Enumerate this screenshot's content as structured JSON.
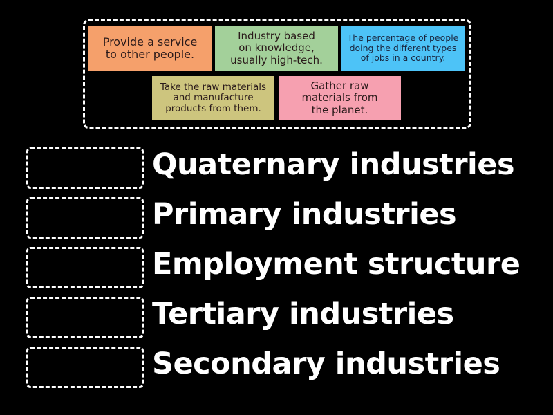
{
  "colors": {
    "background": "#000000",
    "dashed_border": "#ffffff",
    "label_text": "#ffffff"
  },
  "cards": [
    {
      "id": "service",
      "text": "Provide a service to other people.",
      "lines": [
        "Provide a service",
        "to other people."
      ],
      "color": "#f5a06b",
      "font_size": 16
    },
    {
      "id": "knowledge",
      "text": "Industry based on knowledge, usually high-tech.",
      "lines": [
        "Industry based",
        "on knowledge,",
        "usually high-tech."
      ],
      "color": "#a3d09a",
      "font_size": 15
    },
    {
      "id": "percentage",
      "text": "The percentage of people doing the different types of jobs in a country.",
      "lines": [
        "The percentage of people",
        "doing the different types",
        "of jobs in a country."
      ],
      "color": "#4dc3f7",
      "font_size": 12.5
    },
    {
      "id": "manufacture",
      "text": "Take the raw materials and manufacture products from them.",
      "lines": [
        "Take the raw materials",
        "and manufacture",
        "products from them."
      ],
      "color": "#cdc57e",
      "font_size": 13.5
    },
    {
      "id": "gather",
      "text": "Gather raw materials from the planet.",
      "lines": [
        "Gather raw",
        "materials from",
        "the planet."
      ],
      "color": "#f6a0b0",
      "font_size": 15
    }
  ],
  "targets": [
    {
      "label": "Quaternary industries"
    },
    {
      "label": "Primary industries"
    },
    {
      "label": "Employment structure"
    },
    {
      "label": "Tertiary industries"
    },
    {
      "label": "Secondary industries"
    }
  ]
}
